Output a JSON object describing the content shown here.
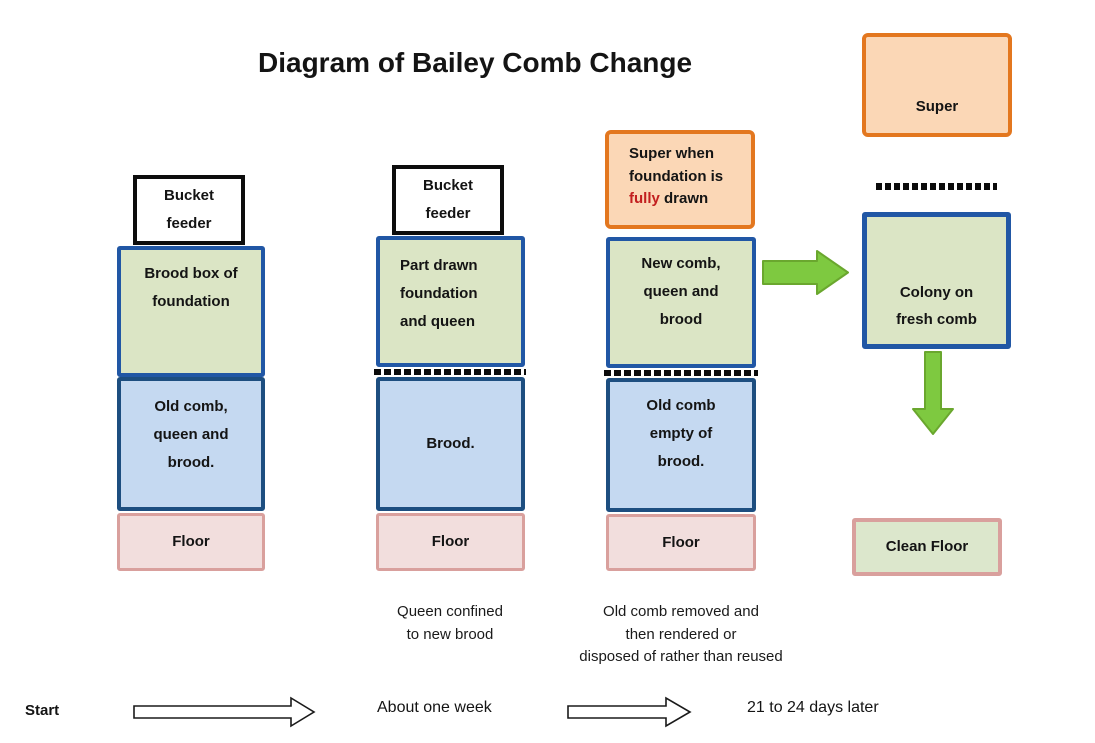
{
  "title": "Diagram of Bailey Comb Change",
  "colors": {
    "green_box_fill": "#dbe5c5",
    "green_box_border": "#2157a5",
    "blue_box_fill": "#c5d9f1",
    "blue_box_border": "#1d4e80",
    "pink_floor_fill": "#f2dedd",
    "pink_floor_border": "#d9a09d",
    "orange_box_fill": "#fbd7b6",
    "orange_box_border": "#e3771f",
    "arrow_green": "#7ec940",
    "highlight_red": "#c21f1f"
  },
  "stage1": {
    "feeder_label": "Bucket\nfeeder",
    "brood_box_label": "Brood box of\nfoundation",
    "old_comb_label": "Old comb,\nqueen and\nbrood.",
    "floor_label": "Floor"
  },
  "stage2": {
    "feeder_label": "Bucket\nfeeder",
    "part_drawn_label": "Part drawn\nfoundation\nand queen",
    "brood_label": "Brood.",
    "floor_label": "Floor",
    "note": "Queen confined\nto new brood"
  },
  "stage3": {
    "super_line1": "Super when",
    "super_line2": "foundation is",
    "super_line3_highlight": "fully",
    "super_line3_rest": " drawn",
    "new_comb_label": "New comb,\nqueen and\nbrood",
    "old_comb_label": "Old comb\nempty of\nbrood.",
    "floor_label": "Floor",
    "note": "Old comb removed and\nthen rendered or\ndisposed of rather than reused"
  },
  "stage4": {
    "super_label": "Super",
    "colony_label": "Colony on\nfresh comb",
    "clean_floor_label": "Clean Floor"
  },
  "timeline": {
    "start_label": "Start",
    "step1_label": "About one week",
    "step2_label": "21 to 24 days later"
  }
}
